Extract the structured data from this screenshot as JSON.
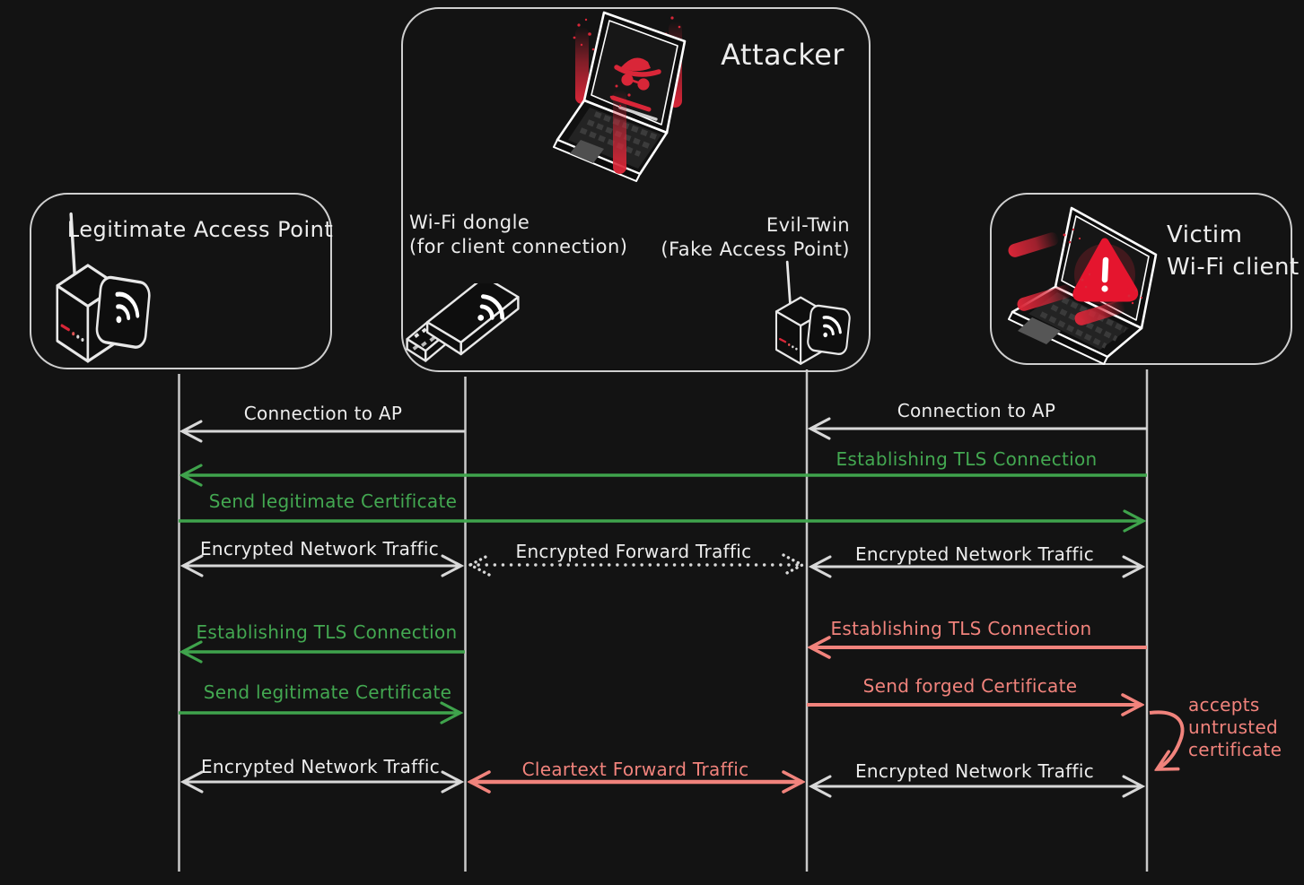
{
  "colors": {
    "background": "#131313",
    "line_white": "#d8d8d8",
    "text_white": "#ededed",
    "secure_green": "#3fa34c",
    "alert_salmon": "#f1837c",
    "attack_red": "#d92638"
  },
  "actors": {
    "legitimate_ap": {
      "title": "Legitimate Access Point"
    },
    "attacker": {
      "title": "Attacker",
      "dongle_label": "Wi-Fi dongle\n(for client connection)",
      "evil_twin_label": "Evil-Twin\n(Fake Access Point)"
    },
    "victim": {
      "title": "Victim\nWi-Fi client"
    }
  },
  "messages": {
    "connection_to_ap_left": "Connection to AP",
    "connection_to_ap_right": "Connection to AP",
    "establishing_tls_full": "Establishing TLS Connection",
    "send_legitimate_certificate_full": "Send legitimate Certificate",
    "encrypted_network_traffic_left_top": "Encrypted Network Traffic",
    "encrypted_forward_traffic": "Encrypted Forward Traffic",
    "encrypted_network_traffic_right_top": "Encrypted Network Traffic",
    "establishing_tls_left": "Establishing TLS Connection",
    "establishing_tls_right": "Establishing TLS Connection",
    "send_legitimate_certificate_left": "Send legitimate Certificate",
    "send_forged_certificate": "Send forged Certificate",
    "accepts_untrusted_certificate": "accepts\nuntrusted\ncertificate",
    "encrypted_network_traffic_left_bottom": "Encrypted Network Traffic",
    "cleartext_forward_traffic": "Cleartext Forward Traffic",
    "encrypted_network_traffic_right_bottom": "Encrypted Network Traffic"
  }
}
